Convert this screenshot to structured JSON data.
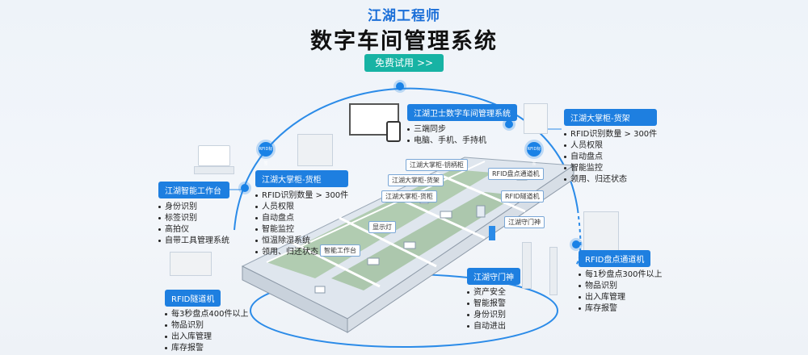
{
  "brand": "江湖工程师",
  "title": "数字车间管理系统",
  "cta": {
    "label": "免费试用",
    "arrow": ">>"
  },
  "nodes": {
    "left": "RFID标签",
    "right": "RFID标签"
  },
  "panels": {
    "workbench": {
      "title": "江湖智能工作台",
      "items": [
        "身份识别",
        "标签识别",
        "高拍仪",
        "自带工具管理系统"
      ]
    },
    "cabinet": {
      "title": "江湖大掌柜-货柜",
      "items": [
        "RFID识别数量 > 300件",
        "人员权限",
        "自动盘点",
        "智能监控",
        "恒温除湿系统",
        "领用、归还状态"
      ]
    },
    "system": {
      "title": "江湖卫士数字车间管理系统",
      "items": [
        "三端同步",
        "电脑、手机、手持机"
      ]
    },
    "shelf": {
      "title": "江湖大掌柜-货架",
      "items": [
        "RFID识别数量 > 300件",
        "人员权限",
        "自动盘点",
        "智能监控",
        "领用、归还状态"
      ]
    },
    "tunnel": {
      "title": "RFID隧道机",
      "items": [
        "每3秒盘点400件以上",
        "物品识别",
        "出入库管理",
        "库存报警"
      ]
    },
    "gate": {
      "title": "江湖守门神",
      "items": [
        "资产安全",
        "智能报警",
        "身份识别",
        "自动进出"
      ]
    },
    "channel": {
      "title": "RFID盘点通道机",
      "items": [
        "每1秒盘点300件以上",
        "物品识别",
        "出入库管理",
        "库存报警"
      ]
    }
  },
  "map_tags": {
    "tool_cabinet": "江湖大掌柜-钥柄柜",
    "shelf": "江湖大掌柜-货架",
    "cabinet": "江湖大掌柜-货柜",
    "channel": "RFID盘点通道机",
    "tunnel": "RFID隧道机",
    "gate": "江湖守门神",
    "display": "显示灯",
    "workbench": "智能工作台"
  }
}
